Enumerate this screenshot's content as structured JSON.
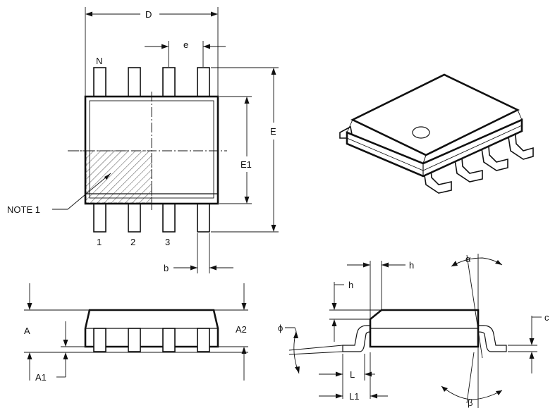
{
  "labels": {
    "D": "D",
    "e": "e",
    "N": "N",
    "E": "E",
    "E1": "E1",
    "note1": "NOTE 1",
    "pin1": "1",
    "pin2": "2",
    "pin3": "3",
    "b": "b",
    "A": "A",
    "A1": "A1",
    "A2": "A2",
    "h_top": "h",
    "h_left": "h",
    "alpha": "α",
    "phi": "ϕ",
    "c": "c",
    "L": "L",
    "L1": "L1",
    "beta": "β"
  }
}
